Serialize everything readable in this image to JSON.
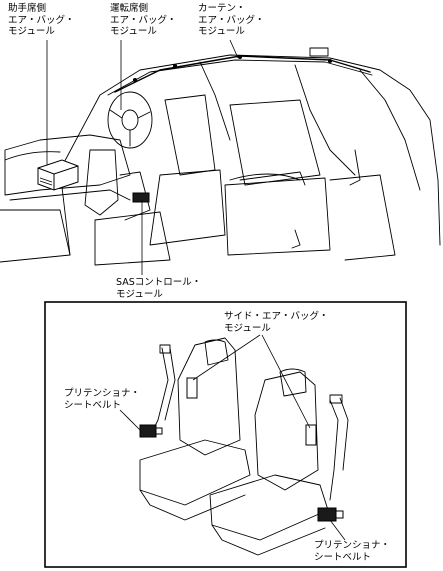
{
  "labels": {
    "passenger_airbag": {
      "line1": "助手席側",
      "line2": "エア・バッグ・",
      "line3": "モジュール"
    },
    "driver_airbag": {
      "line1": "運転席側",
      "line2": "エア・バッグ・",
      "line3": "モジュール"
    },
    "curtain_airbag": {
      "line1": "カーテン・",
      "line2": "エア・バッグ・",
      "line3": "モジュール"
    },
    "sas_control": {
      "line1": "SASコントロール・",
      "line2": "モジュール"
    },
    "side_airbag": {
      "line1": "サイド・エア・バッグ・",
      "line2": "モジュール"
    },
    "pretensioner_left": {
      "line1": "プリテンショナ・",
      "line2": "シートベルト"
    },
    "pretensioner_right": {
      "line1": "プリテンショナ・",
      "line2": "シートベルト"
    }
  },
  "colors": {
    "line": "#000000",
    "background": "#ffffff",
    "module_fill": "#1a1a1a"
  }
}
